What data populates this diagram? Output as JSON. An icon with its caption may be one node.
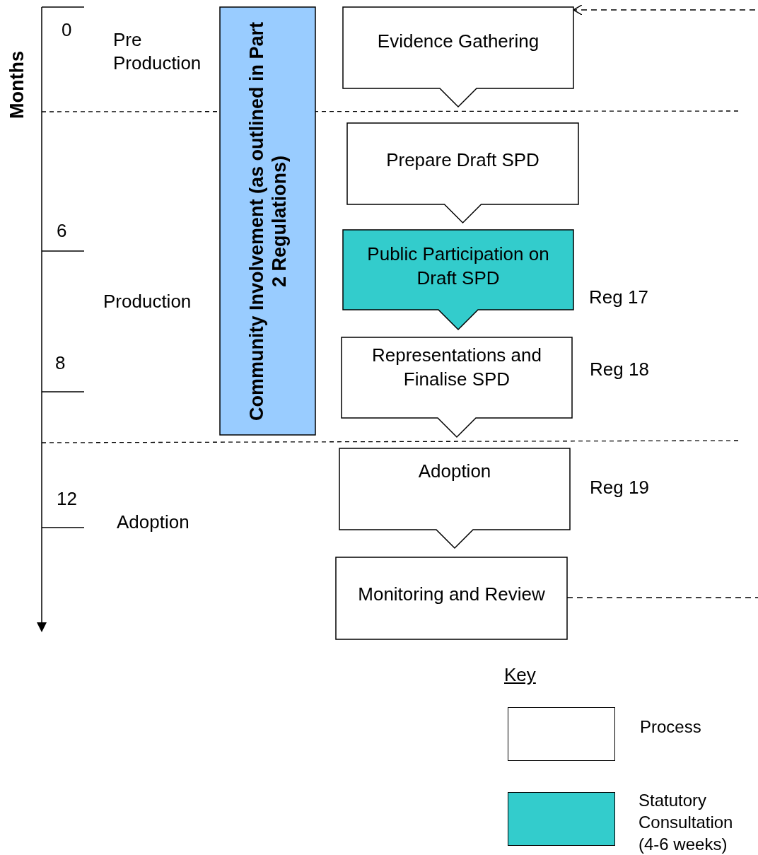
{
  "diagram": {
    "nodes": [
      {
        "text": [
          "Evidence Gathering"
        ]
      },
      {
        "text": [
          "Prepare Draft SPD"
        ]
      },
      {
        "text": [
          "Public Participation on Draft SPD"
        ],
        "beside": [
          "Reg 17"
        ]
      },
      {
        "text": [
          "Representations and Finalise SPD"
        ],
        "beside": [
          "Reg 18"
        ]
      },
      {
        "text": [
          "Adoption"
        ],
        "beside": [
          "Reg 19"
        ]
      },
      {
        "text": [
          "Monitoring and Review"
        ]
      },
      {
        "text": [
          "Community Involvement (as outlined in Part 2 Regulations)"
        ]
      }
    ],
    "edges": [
      {
        "from": null,
        "to": 0,
        "arrow": "to",
        "style": "dashed"
      },
      {
        "from": 5,
        "to": null,
        "arrow": "none",
        "style": "dashed"
      }
    ],
    "labels": [
      "Months",
      "0",
      "Pre Production",
      "6",
      "Production",
      "8",
      "12",
      "Adoption",
      "Key"
    ],
    "legend": [
      {
        "text": "Process",
        "color": "#ffffff"
      },
      {
        "text": "Statutory Consultation (4-6 weeks)",
        "color": "#33cccc"
      }
    ]
  }
}
